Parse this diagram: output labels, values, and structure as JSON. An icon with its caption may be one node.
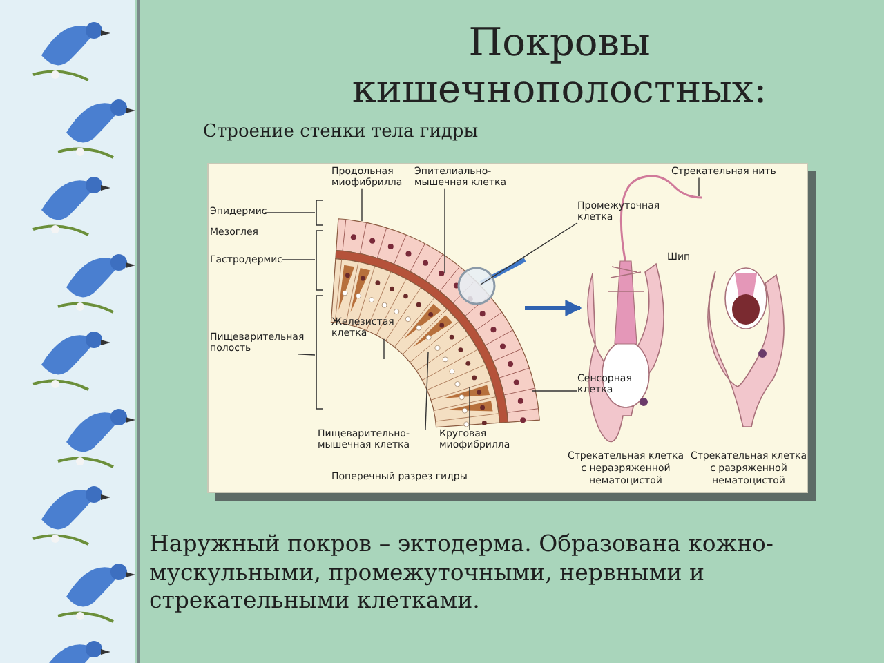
{
  "diagram": {
    "title": "Покровы кишечнополостных:",
    "nodes": [
      {
        "text": [],
        "shape": "picture"
      },
      {
        "text": [],
        "shape": "picture"
      },
      {
        "text": [],
        "shape": "picture"
      },
      {
        "text": [
          "Продольная миофибрилла"
        ]
      },
      {
        "text": [
          "Эпителиально-мышечная клетка"
        ]
      },
      {
        "text": [
          "Промежуточная клетка"
        ]
      },
      {
        "text": [
          "Эпидермис"
        ]
      },
      {
        "text": [
          "Гастродермис"
        ]
      },
      {
        "text": [
          "Железистая клетка"
        ]
      },
      {
        "text": [
          "Пищеварительная полость"
        ]
      },
      {
        "text": [
          "Сенсорная клетка"
        ]
      },
      {
        "text": [
          "Пищеварительно-мышечная клетка"
        ]
      },
      {
        "text": [
          "Круговая миофибрилла"
        ]
      },
      {
        "text": [
          "Стрекательная нить"
        ]
      }
    ],
    "edges": [
      {
        "from": 0,
        "to": 1,
        "arrow": "to",
        "style": "thick",
        "color": "#2f62b0"
      },
      {
        "from": 3,
        "to": 0,
        "arrow": "none"
      },
      {
        "from": 4,
        "to": 0,
        "arrow": "none"
      },
      {
        "from": 5,
        "to": 0,
        "arrow": "none"
      },
      {
        "from": 6,
        "to": 0,
        "arrow": "none"
      },
      {
        "from": 7,
        "to": 0,
        "arrow": "none"
      },
      {
        "from": 8,
        "to": 0,
        "arrow": "none"
      },
      {
        "from": 9,
        "to": 0,
        "arrow": "none"
      },
      {
        "from": 10,
        "to": 0,
        "arrow": "none"
      },
      {
        "from": 11,
        "to": 0,
        "arrow": "none"
      },
      {
        "from": 12,
        "to": 0,
        "arrow": "none"
      },
      {
        "from": 13,
        "to": 1,
        "arrow": "none"
      }
    ],
    "labels": [
      "Строение стенки тела гидры",
      "Мезоглея",
      "Шип",
      "Поперечный разрез гидры",
      "Стрекательная клетка с неразряженной нематоцистой",
      "Стрекательная клетка с разряженной нематоцистой",
      "Наружный покров – эктодерма. Образована кожно-мускульными, промежуточными, нервными и стрекательными клетками."
    ]
  }
}
